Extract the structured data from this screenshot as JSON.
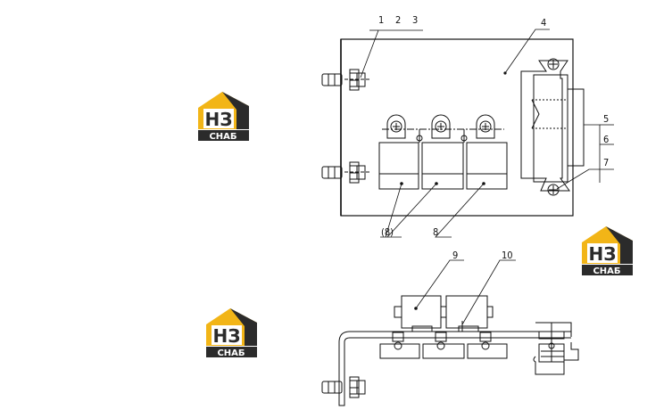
{
  "logo": {
    "letters": "НЗ",
    "caption": "СНАБ",
    "colors": {
      "yellow": "#f2b517",
      "dark": "#2b2b2b",
      "white": "#ffffff"
    }
  },
  "callouts": {
    "c1": "1",
    "c2": "2",
    "c3": "3",
    "c4": "4",
    "c5": "5",
    "c6": "6",
    "c7": "7",
    "c8": "8",
    "c8b": "(8)",
    "c9": "9",
    "c10": "10"
  },
  "colors": {
    "line": "#111111",
    "paper": "#ffffff"
  }
}
